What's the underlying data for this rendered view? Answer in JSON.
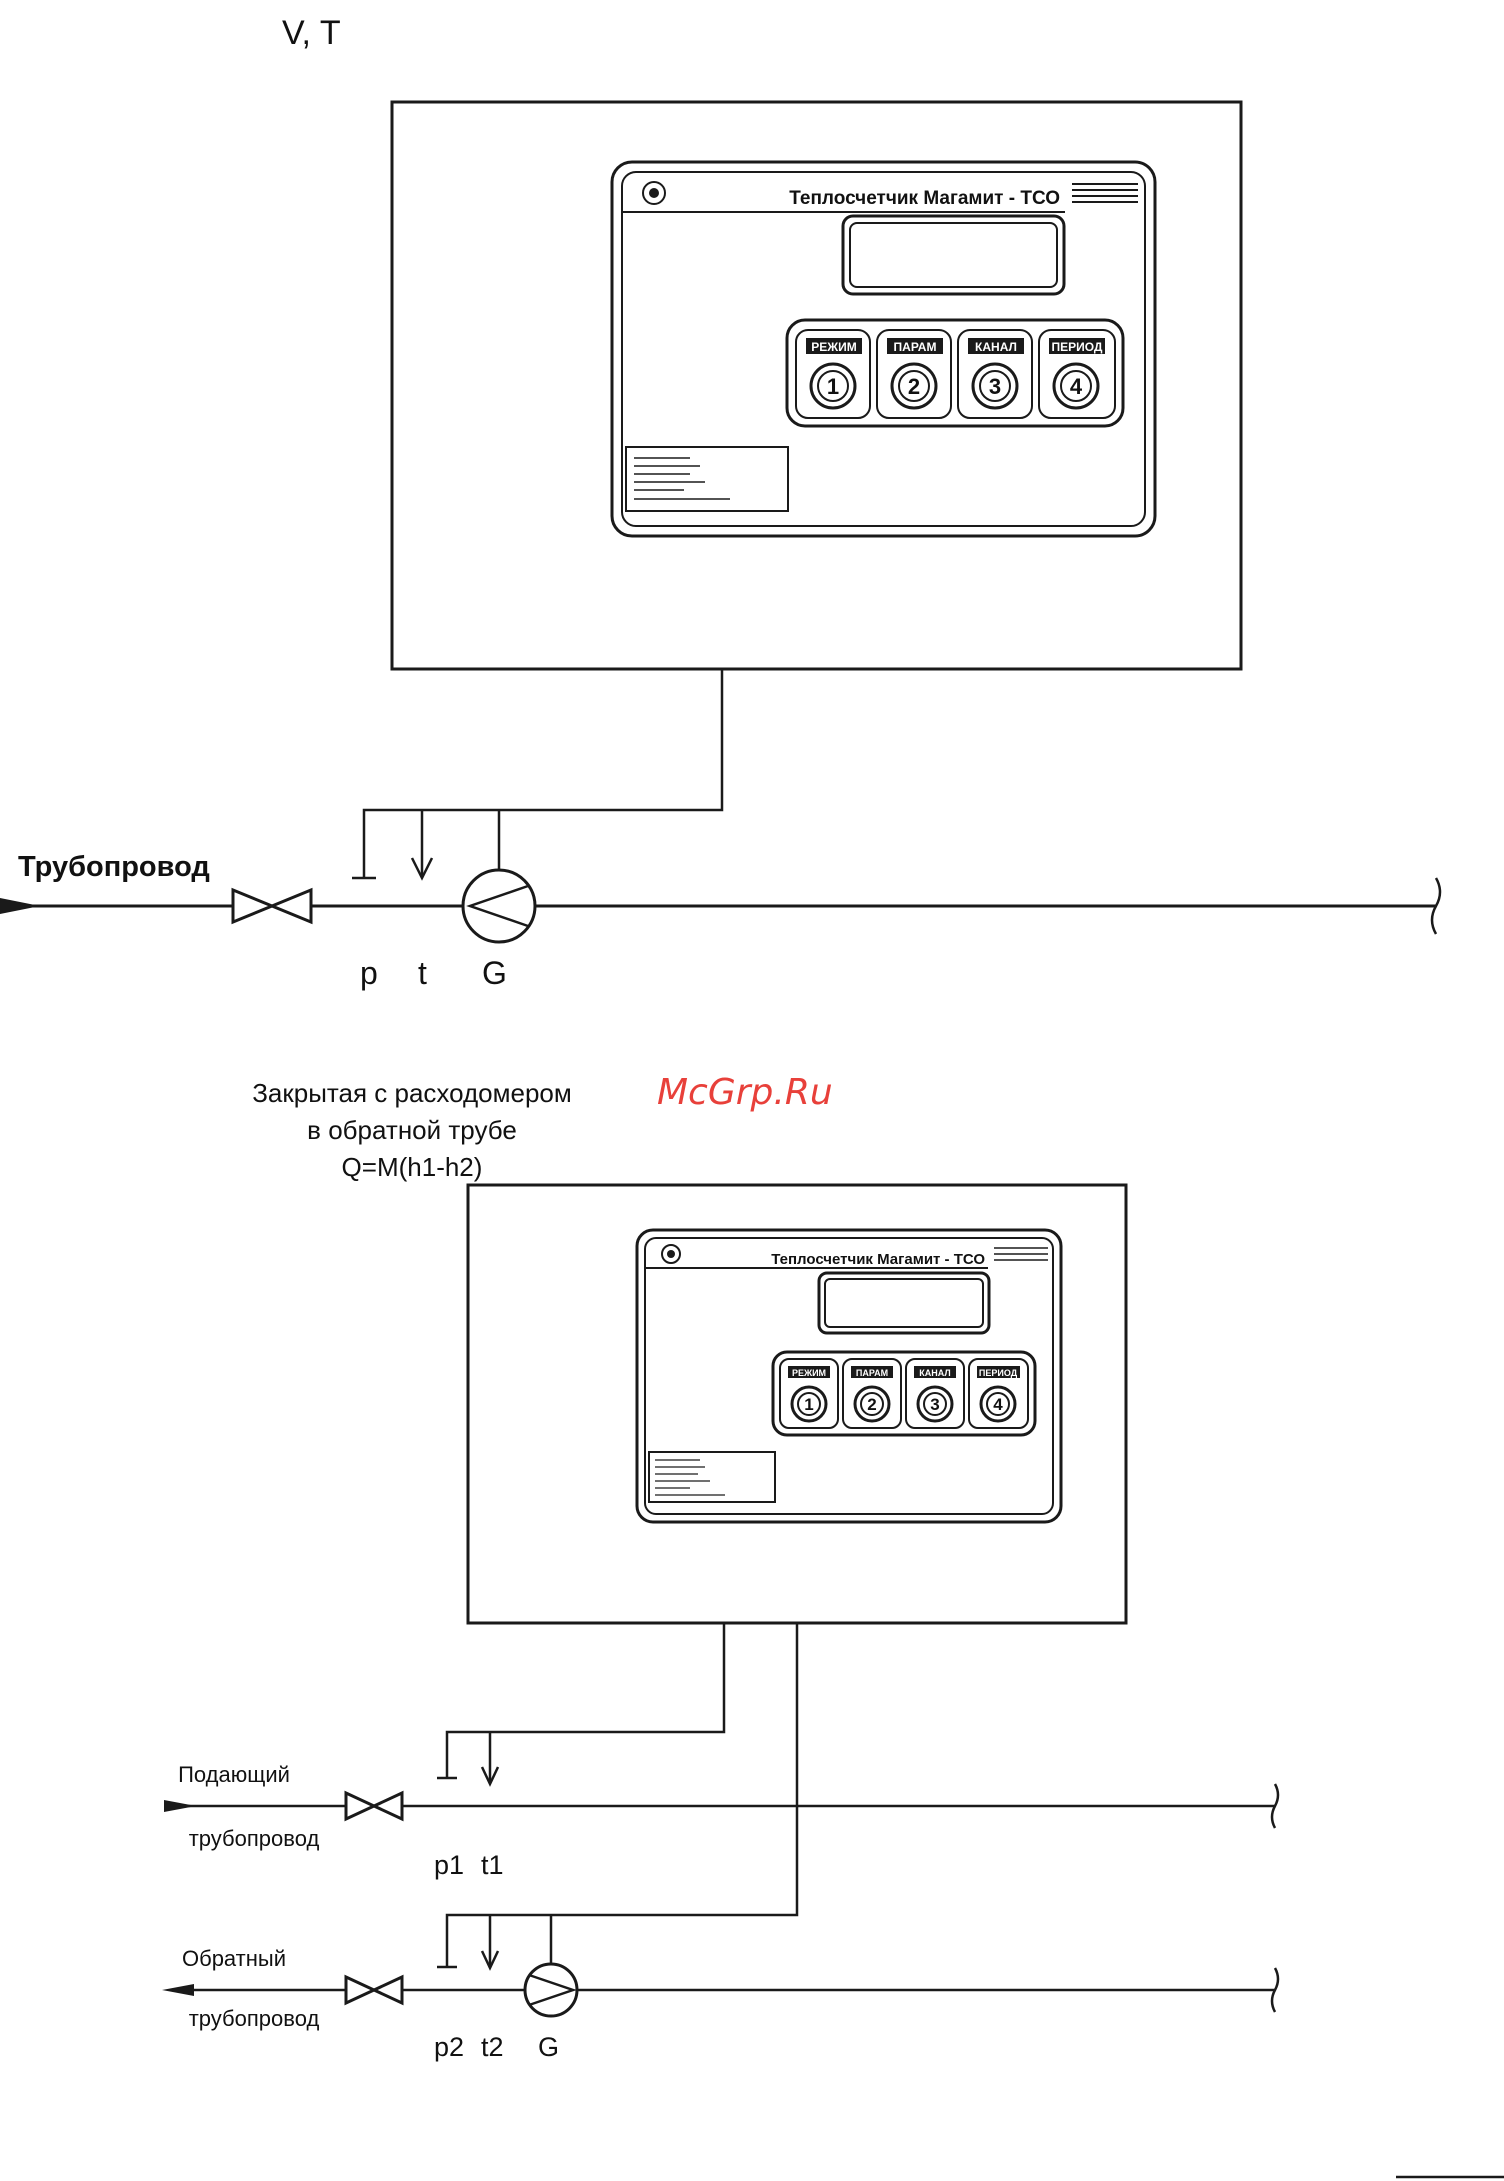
{
  "diagram1": {
    "title": "V, T",
    "pipe_label": "Трубопровод",
    "sensor_labels": [
      "p",
      "t",
      "G"
    ]
  },
  "diagram2": {
    "caption_lines": [
      "Закрытая с расходомером",
      "в обратной трубе",
      "Q=M(h1-h2)"
    ],
    "supply_label_lines": [
      "Подающий",
      "трубопровод"
    ],
    "return_label_lines": [
      "Обратный",
      "трубопровод"
    ],
    "supply_sensor_labels": [
      "p1",
      "t1"
    ],
    "return_sensor_labels": [
      "p2",
      "t2",
      "G"
    ]
  },
  "device": {
    "name": "Теплосчетчик Магамит - ТСО",
    "buttons": [
      {
        "label": "РЕЖИМ",
        "number": "1"
      },
      {
        "label": "ПАРАМ",
        "number": "2"
      },
      {
        "label": "КАНАЛ",
        "number": "3"
      },
      {
        "label": "ПЕРИОД",
        "number": "4"
      }
    ]
  },
  "watermark": "McGrp.Ru",
  "colors": {
    "line": "#1a1a1a",
    "watermark": "#e8403a",
    "background": "#ffffff"
  },
  "icons": {
    "valve": "gate-valve-icon",
    "flowmeter": "flowmeter-icon",
    "arrow": "flow-direction-arrow-icon"
  }
}
